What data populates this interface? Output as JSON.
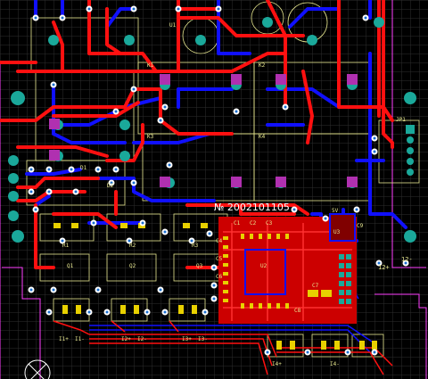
{
  "board": {
    "serial_text": "№ 2002101105",
    "colors": {
      "background": "#000000",
      "grid": "#2e2e2e",
      "top_copper": "#ff1010",
      "bottom_copper": "#1010ff",
      "silkscreen": "#e8e890",
      "board_outline": "#ff40ff",
      "pad": "#1aa89a",
      "via": "#ffffff",
      "via_hole": "#1a6fd0"
    },
    "labels": [
      {
        "id": "label-jp1",
        "text": "JP1"
      },
      {
        "id": "label-12v",
        "text": "12+"
      },
      {
        "id": "label-12",
        "text": "12-"
      },
      {
        "id": "label-5v",
        "text": "5V"
      },
      {
        "id": "label-c1",
        "text": "C1"
      },
      {
        "id": "label-c2",
        "text": "C2"
      },
      {
        "id": "label-c3",
        "text": "C3"
      },
      {
        "id": "label-c4",
        "text": "C4"
      },
      {
        "id": "label-c5",
        "text": "C5"
      },
      {
        "id": "label-c6",
        "text": "C6"
      },
      {
        "id": "label-c7",
        "text": "C7"
      },
      {
        "id": "label-c8",
        "text": "C8"
      },
      {
        "id": "label-c9",
        "text": "C9"
      },
      {
        "id": "label-r1",
        "text": "R1"
      },
      {
        "id": "label-r2",
        "text": "R2"
      },
      {
        "id": "label-r3",
        "text": "R3"
      },
      {
        "id": "label-q1",
        "text": "Q1"
      },
      {
        "id": "label-q2",
        "text": "Q2"
      },
      {
        "id": "label-q3",
        "text": "Q3"
      },
      {
        "id": "label-d1",
        "text": "D1"
      },
      {
        "id": "label-d2",
        "text": "D2"
      },
      {
        "id": "label-k1",
        "text": "K1"
      },
      {
        "id": "label-k2",
        "text": "K2"
      },
      {
        "id": "label-k3",
        "text": "K3"
      },
      {
        "id": "label-k4",
        "text": "K4"
      },
      {
        "id": "label-u1",
        "text": "U1"
      },
      {
        "id": "label-u2",
        "text": "U2"
      },
      {
        "id": "label-u3",
        "text": "U3"
      },
      {
        "id": "label-in1",
        "text": "I1+"
      },
      {
        "id": "label-in2",
        "text": "I1-"
      },
      {
        "id": "label-in3",
        "text": "I2+"
      },
      {
        "id": "label-in4",
        "text": "I2-"
      },
      {
        "id": "label-in5",
        "text": "I3+"
      },
      {
        "id": "label-in6",
        "text": "I3-"
      },
      {
        "id": "label-in7",
        "text": "I4+"
      },
      {
        "id": "label-in8",
        "text": "I4-"
      }
    ]
  }
}
